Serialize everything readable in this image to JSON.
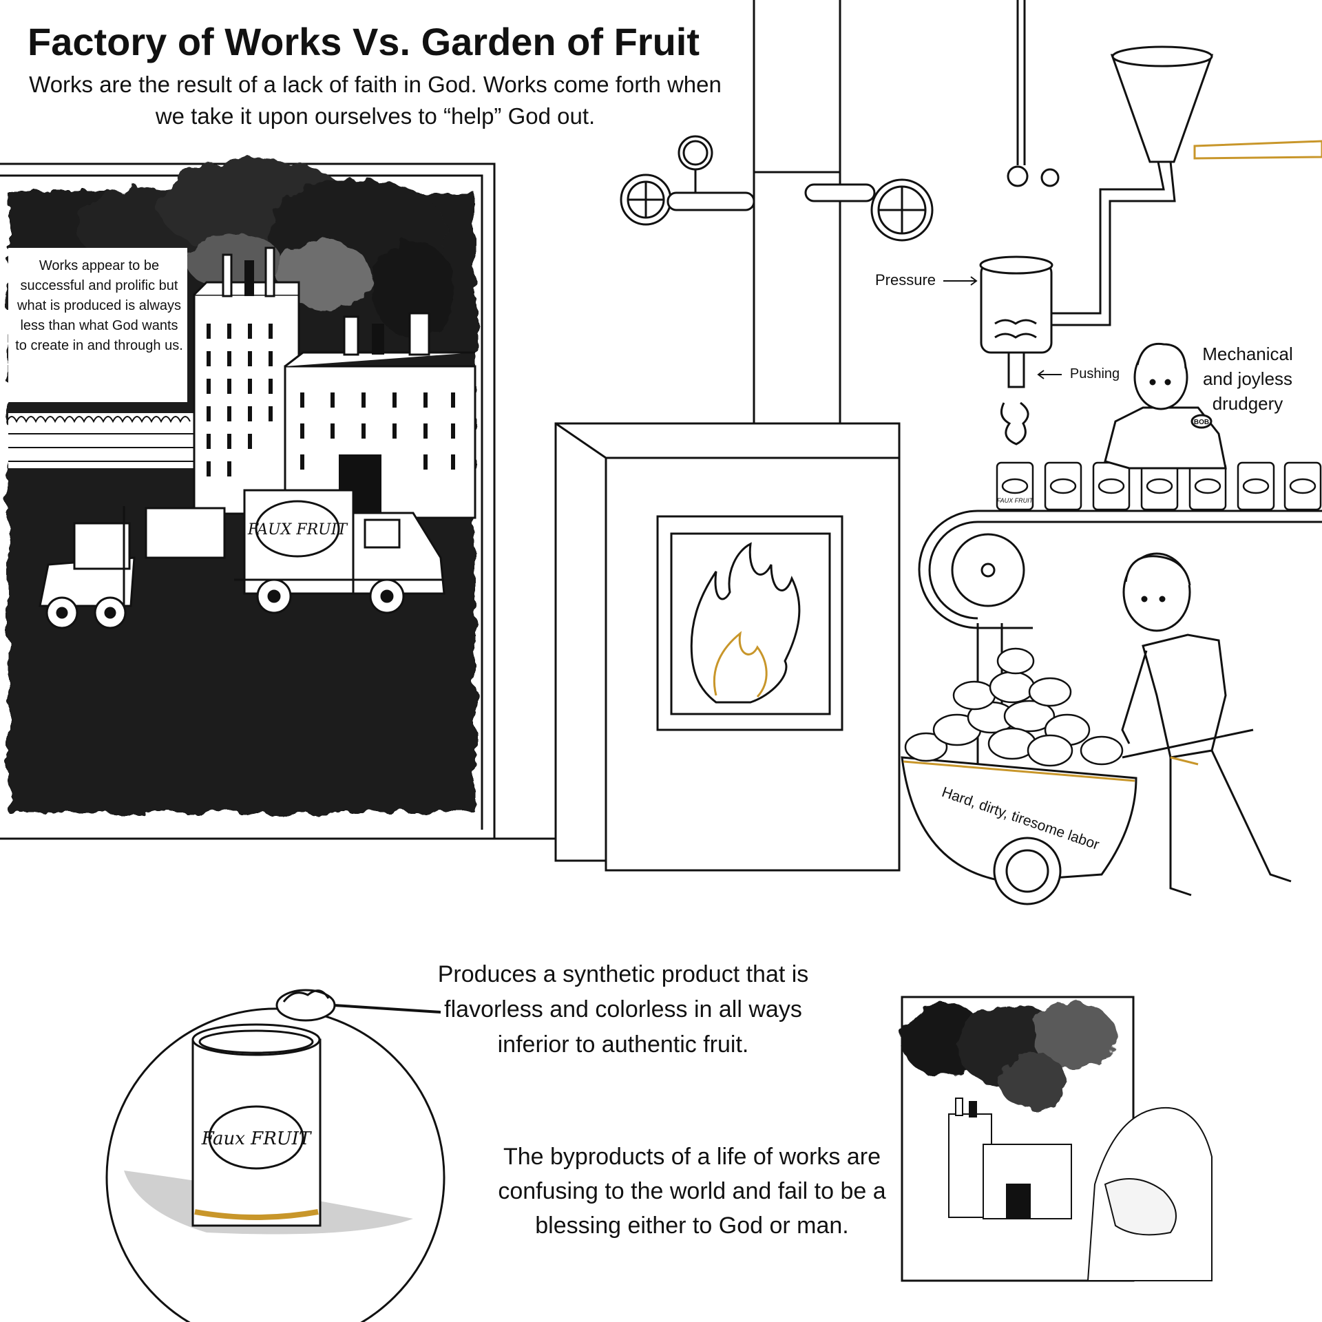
{
  "header": {
    "title": "Factory of Works Vs. Garden of Fruit",
    "subtitle": "Works are the result of a lack of faith in God. Works come forth when we take it upon ourselves to “help” God out."
  },
  "panels": {
    "works_note": "Works appear to be successful and prolific but what is produced is always less than what God wants to create in and through us.",
    "truck_label": "FAUX FRUIT"
  },
  "machine": {
    "pressure_label": "Pressure",
    "pushing_label": "Pushing",
    "drudgery_label": "Mechanical and joyless drudgery",
    "can_label": "FAUX FRUIT",
    "worker_badge": "BOB"
  },
  "wheelbarrow": {
    "label": "Hard, dirty, tiresome labor"
  },
  "product": {
    "can_label": "Faux FRUIT",
    "description": "Produces a synthetic product that is flavorless and colorless in all ways inferior to authentic fruit."
  },
  "byproducts": {
    "description": "The byproducts of a life of works are confusing to the world and fail to be a blessing either to God or man."
  },
  "colors": {
    "ink": "#111111",
    "smoke_dark": "#1c1c1c",
    "smoke_grey": "#7a7a7a",
    "ochre": "#c8962a",
    "paper": "#ffffff"
  }
}
